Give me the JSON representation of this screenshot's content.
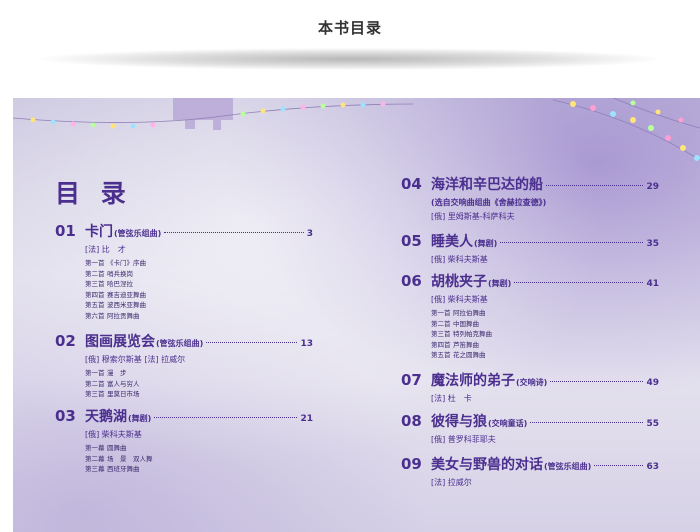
{
  "header": {
    "title": "本书目录"
  },
  "toc": {
    "title": "目 录",
    "left": [
      {
        "num": "01",
        "title": "卡门",
        "subtitle": "(管弦乐组曲)",
        "page": "3",
        "author": "[法] 比　才",
        "items": [
          {
            "mv": "第一首",
            "name": "《卡门》序曲"
          },
          {
            "mv": "第二首",
            "name": "哨兵换岗"
          },
          {
            "mv": "第三首",
            "name": "哈巴涅拉"
          },
          {
            "mv": "第四首",
            "name": "赛吉迪亚舞曲"
          },
          {
            "mv": "第五首",
            "name": "波西米亚舞曲"
          },
          {
            "mv": "第六首",
            "name": "阿拉贡舞曲"
          }
        ]
      },
      {
        "num": "02",
        "title": "图画展览会",
        "subtitle": "(管弦乐组曲)",
        "page": "13",
        "author": "[俄] 穆索尔斯基  [法] 拉威尔",
        "items": [
          {
            "mv": "第一首",
            "name": "漫　步"
          },
          {
            "mv": "第二首",
            "name": "富人与穷人"
          },
          {
            "mv": "第三首",
            "name": "里莫日市场"
          }
        ]
      },
      {
        "num": "03",
        "title": "天鹅湖",
        "subtitle": "(舞剧)",
        "page": "21",
        "author": "[俄] 柴科夫斯基",
        "items": [
          {
            "mv": "第一幕",
            "name": "圆舞曲"
          },
          {
            "mv": "第二幕",
            "name": "场　景　双人舞"
          },
          {
            "mv": "第三幕",
            "name": "西班牙舞曲"
          }
        ]
      }
    ],
    "right": [
      {
        "num": "04",
        "title": "海洋和辛巴达的船",
        "subtitle": "",
        "page": "29",
        "note": "(选自交响曲组曲《舍赫拉查德》)",
        "author": "[俄] 里姆斯基-科萨科夫",
        "items": []
      },
      {
        "num": "05",
        "title": "睡美人",
        "subtitle": "(舞剧)",
        "page": "35",
        "author": "[俄] 柴科夫斯基",
        "items": []
      },
      {
        "num": "06",
        "title": "胡桃夹子",
        "subtitle": "(舞剧)",
        "page": "41",
        "author": "[俄] 柴科夫斯基",
        "items": [
          {
            "mv": "第一首",
            "name": "阿拉伯舞曲"
          },
          {
            "mv": "第二首",
            "name": "中国舞曲"
          },
          {
            "mv": "第三首",
            "name": "特列帕克舞曲"
          },
          {
            "mv": "第四首",
            "name": "芦笛舞曲"
          },
          {
            "mv": "第五首",
            "name": "花之圆舞曲"
          }
        ]
      },
      {
        "num": "07",
        "title": "魔法师的弟子",
        "subtitle": "(交响诗)",
        "page": "49",
        "author": "[法] 杜　卡",
        "items": []
      },
      {
        "num": "08",
        "title": "彼得与狼",
        "subtitle": "(交响童话)",
        "page": "55",
        "author": "[俄] 普罗科菲耶夫",
        "items": []
      },
      {
        "num": "09",
        "title": "美女与野兽的对话",
        "subtitle": "(管弦乐组曲)",
        "page": "63",
        "author": "[法] 拉威尔",
        "items": []
      }
    ]
  },
  "colors": {
    "purple": "#4b2f8f"
  }
}
